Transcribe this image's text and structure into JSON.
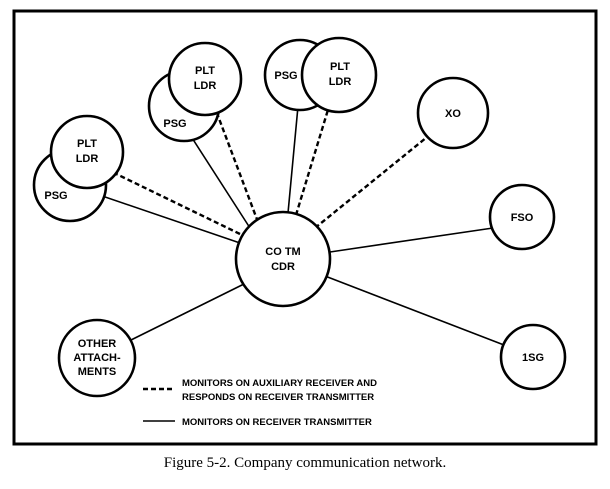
{
  "figure": {
    "caption": "Figure 5-2.  Company communication network."
  },
  "nodes": {
    "hub": [
      "CO TM",
      "CDR"
    ],
    "left_plt": [
      "PLT",
      "LDR"
    ],
    "left_psg": [
      "PSG"
    ],
    "mid_plt": [
      "PLT",
      "LDR"
    ],
    "mid_psg": [
      "PSG"
    ],
    "top_psg": [
      "PSG"
    ],
    "top_plt": [
      "PLT",
      "LDR"
    ],
    "xo": [
      "XO"
    ],
    "fso": [
      "FSO"
    ],
    "isg": [
      "1SG"
    ],
    "other": [
      "OTHER",
      "ATTACH-",
      "MENTS"
    ]
  },
  "legend": {
    "dashed_line1": "MONITORS ON AUXILIARY RECEIVER AND",
    "dashed_line2": "RESPONDS  ON RECEIVER TRANSMITTER",
    "solid": "MONITORS ON RECEIVER TRANSMITTER"
  }
}
